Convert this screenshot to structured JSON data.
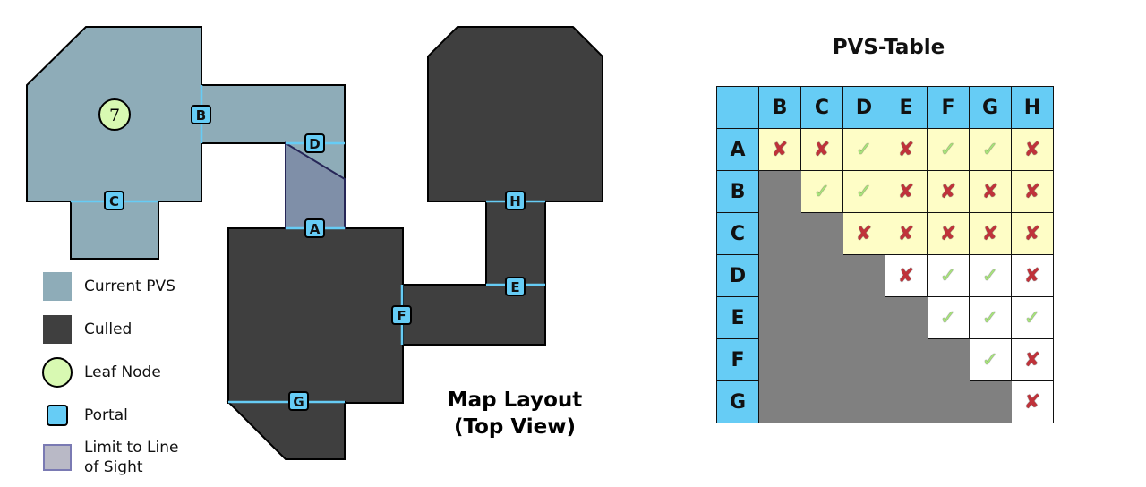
{
  "map": {
    "caption_line1": "Map Layout",
    "caption_line2": "(Top View)",
    "leaf_node_label": "7",
    "portals": [
      "A",
      "B",
      "C",
      "D",
      "E",
      "F",
      "G",
      "H"
    ]
  },
  "legend": {
    "items": [
      {
        "label": "Current PVS",
        "color": "#8eacb8",
        "icon": "pvs-swatch"
      },
      {
        "label": "Culled",
        "color": "#3f3f3f",
        "icon": "culled-swatch"
      },
      {
        "label": "Leaf Node",
        "color": "#d8f9b2",
        "icon": "leaf-node-circle"
      },
      {
        "label": "Portal",
        "color": "#66ccf5",
        "icon": "portal-square"
      },
      {
        "label": "Limit to Line of Sight",
        "label_line1": "Limit to Line",
        "label_line2": "of Sight",
        "color": "#b9b9c6",
        "icon": "line-of-sight-swatch"
      }
    ]
  },
  "pvs_table": {
    "title": "PVS-Table",
    "columns": [
      "B",
      "C",
      "D",
      "E",
      "F",
      "G",
      "H"
    ],
    "rows": [
      {
        "label": "A",
        "cells": [
          "x",
          "x",
          "v",
          "x",
          "v",
          "v",
          "x"
        ]
      },
      {
        "label": "B",
        "cells": [
          "",
          "v",
          "v",
          "x",
          "x",
          "x",
          "x"
        ]
      },
      {
        "label": "C",
        "cells": [
          "",
          "",
          "x",
          "x",
          "x",
          "x",
          "x"
        ]
      },
      {
        "label": "D",
        "cells": [
          "",
          "",
          "",
          "x",
          "v",
          "v",
          "x"
        ]
      },
      {
        "label": "E",
        "cells": [
          "",
          "",
          "",
          "",
          "v",
          "v",
          "v"
        ]
      },
      {
        "label": "F",
        "cells": [
          "",
          "",
          "",
          "",
          "",
          "v",
          "x"
        ]
      },
      {
        "label": "G",
        "cells": [
          "",
          "",
          "",
          "",
          "",
          "",
          "x"
        ]
      }
    ],
    "highlighted_rows": [
      "A",
      "B",
      "C"
    ],
    "colors": {
      "header": "#66ccf5",
      "visible_row": "#fefdc6",
      "hidden": "#808080",
      "cross": "#c0323a",
      "check": "#a7e47a"
    },
    "symbols": {
      "x": "✘",
      "v": "✓"
    }
  }
}
